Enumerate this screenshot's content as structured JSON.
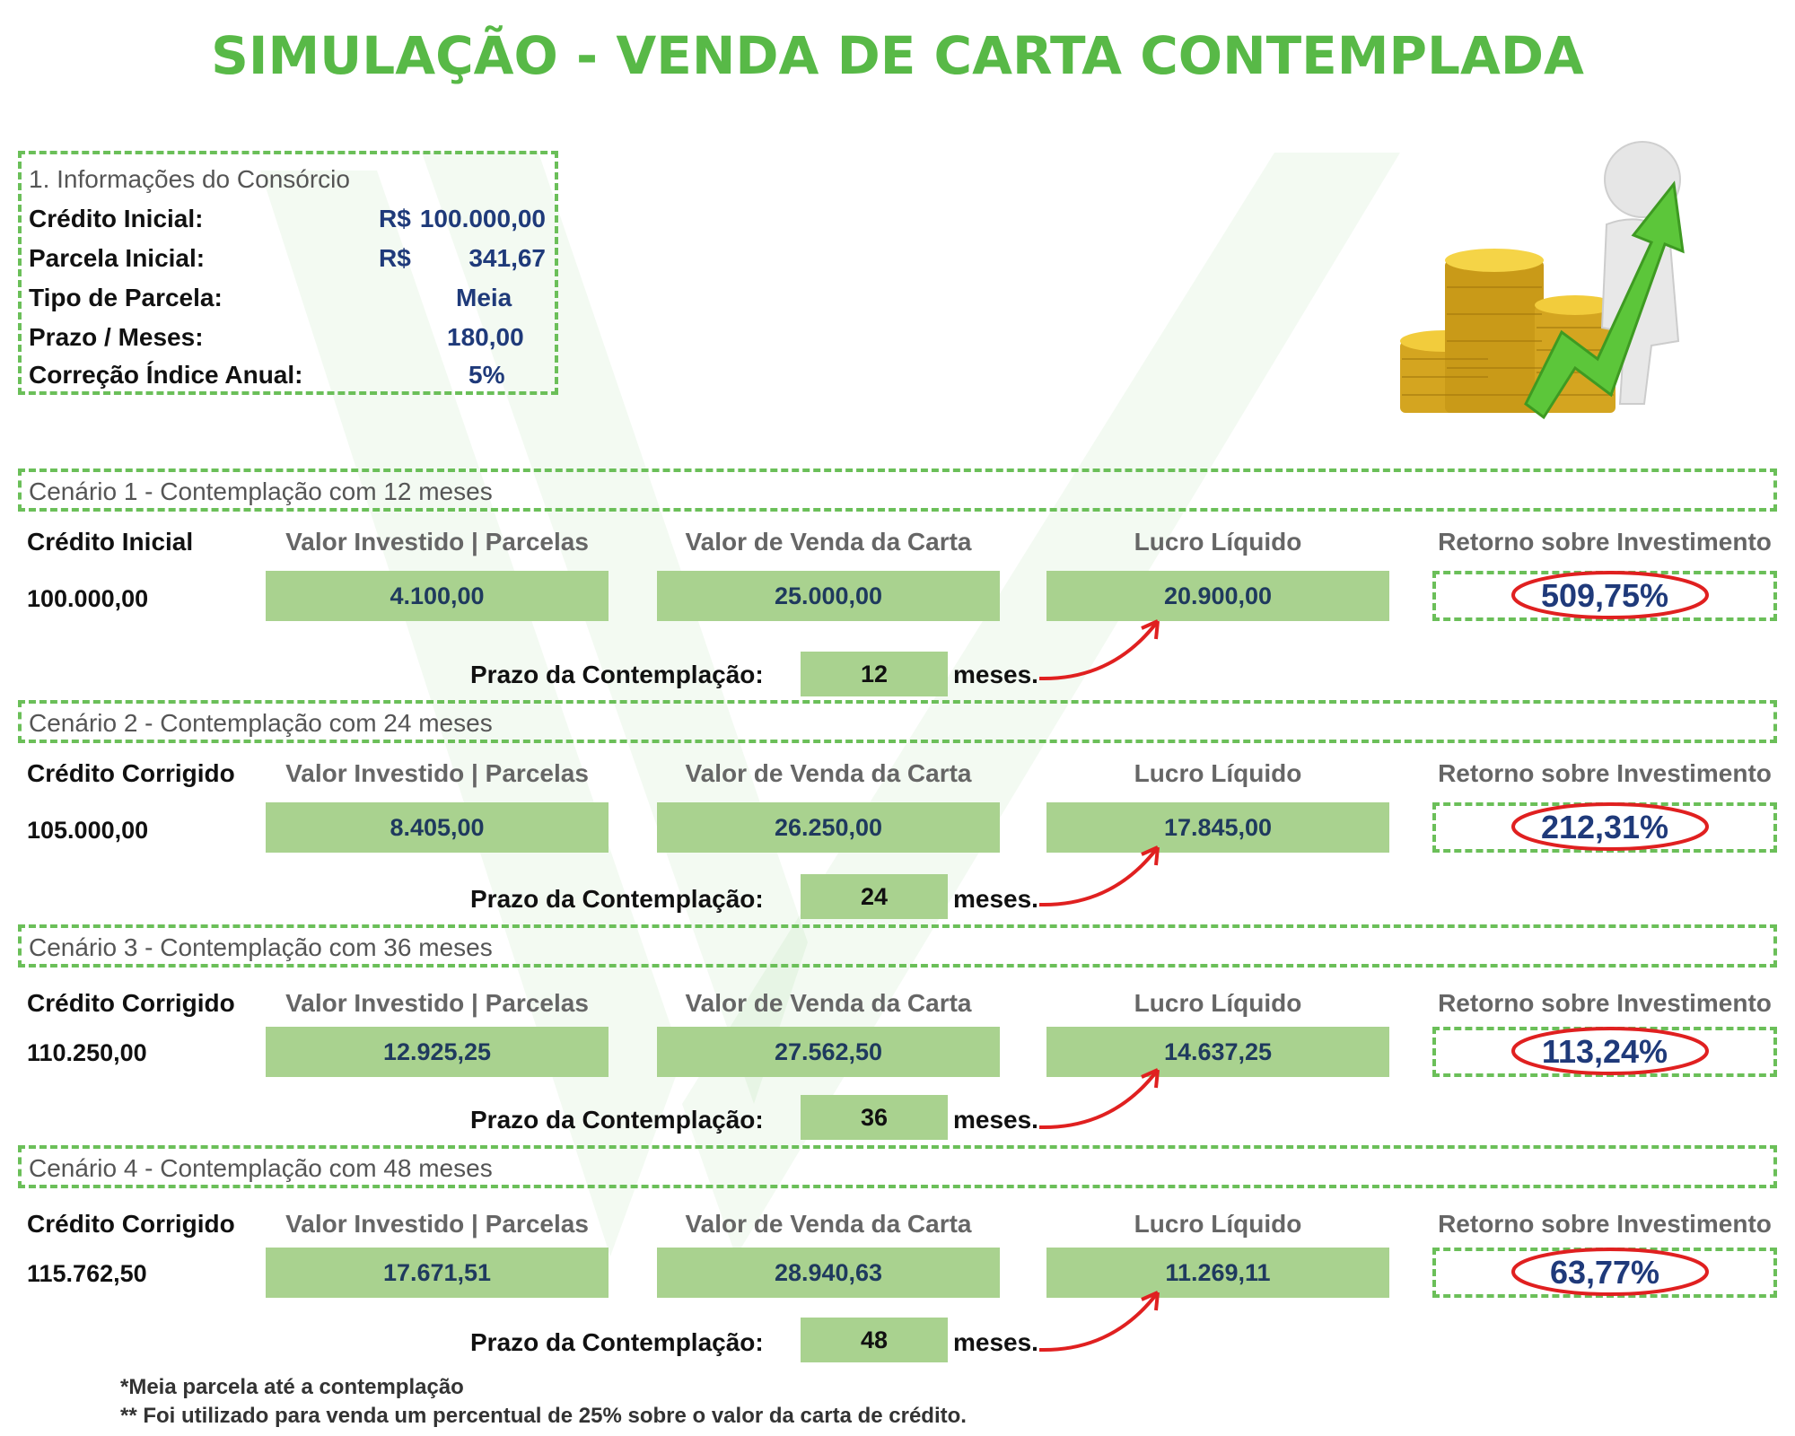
{
  "title": "SIMULAÇÃO - VENDA DE CARTA CONTEMPLADA",
  "info": {
    "heading": "1. Informações do Consórcio",
    "rows": [
      {
        "label": "Crédito Inicial:",
        "currency": "R$",
        "value": "100.000,00"
      },
      {
        "label": "Parcela Inicial:",
        "currency": "R$",
        "value": "341,67"
      },
      {
        "label": "Tipo de Parcela:",
        "currency": "",
        "value": "Meia"
      },
      {
        "label": "Prazo / Meses:",
        "currency": "",
        "value": "180,00"
      },
      {
        "label": "Correção Índice Anual:",
        "currency": "",
        "value": "5%"
      }
    ]
  },
  "columns": {
    "invested": "Valor Investido | Parcelas",
    "sale": "Valor de Venda da Carta",
    "profit": "Lucro Líquido",
    "roi": "Retorno sobre Investimento"
  },
  "prazo_label": "Prazo da Contemplação:",
  "prazo_unit": "meses.",
  "scenarios": [
    {
      "title": "Cenário 1  - Contemplação com 12 meses",
      "credit_label": "Crédito Inicial",
      "credit": "100.000,00",
      "invested": "4.100,00",
      "sale": "25.000,00",
      "profit": "20.900,00",
      "roi": "509,75%",
      "prazo": "12"
    },
    {
      "title": "Cenário 2  - Contemplação com 24 meses",
      "credit_label": "Crédito Corrigido",
      "credit": "105.000,00",
      "invested": "8.405,00",
      "sale": "26.250,00",
      "profit": "17.845,00",
      "roi": "212,31%",
      "prazo": "24"
    },
    {
      "title": "Cenário 3  - Contemplação com 36 meses",
      "credit_label": "Crédito Corrigido",
      "credit": "110.250,00",
      "invested": "12.925,25",
      "sale": "27.562,50",
      "profit": "14.637,25",
      "roi": "113,24%",
      "prazo": "36"
    },
    {
      "title": "Cenário 4  - Contemplação com 48 meses",
      "credit_label": "Crédito Corrigido",
      "credit": "115.762,50",
      "invested": "17.671,51",
      "sale": "28.940,63",
      "profit": "11.269,11",
      "roi": "63,77%",
      "prazo": "48"
    }
  ],
  "footnotes": [
    "*Meia parcela até a contemplação",
    "** Foi utilizado para venda um percentual de 25% sobre o valor da carta de crédito."
  ],
  "colors": {
    "brand_green": "#58b947",
    "cell_green": "#a9d28f",
    "dash_green": "#6bbf59",
    "value_blue": "#1f3a7a",
    "highlight_red": "#e02020"
  }
}
